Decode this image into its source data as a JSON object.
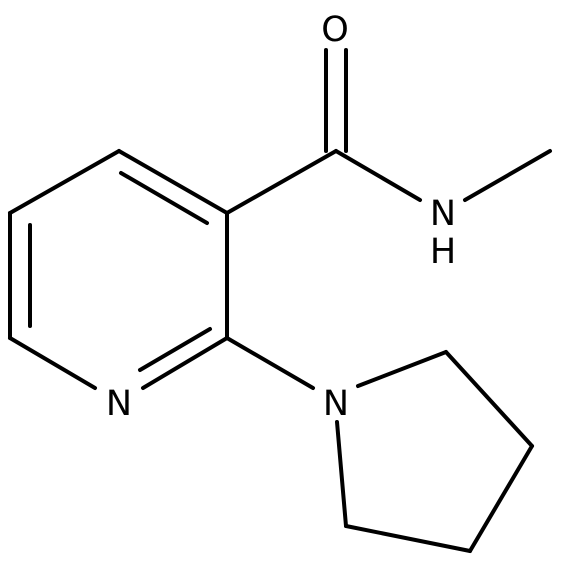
{
  "structure": {
    "atoms": {
      "carbonyl_oxygen": "O",
      "pyridine_nitrogen": "N",
      "pyrrolidine_nitrogen": "N",
      "amide_nitrogen": "N",
      "amide_hydrogen": "H"
    }
  },
  "colors": {
    "bond": "#000000",
    "label": "#000000",
    "background": "#ffffff"
  }
}
